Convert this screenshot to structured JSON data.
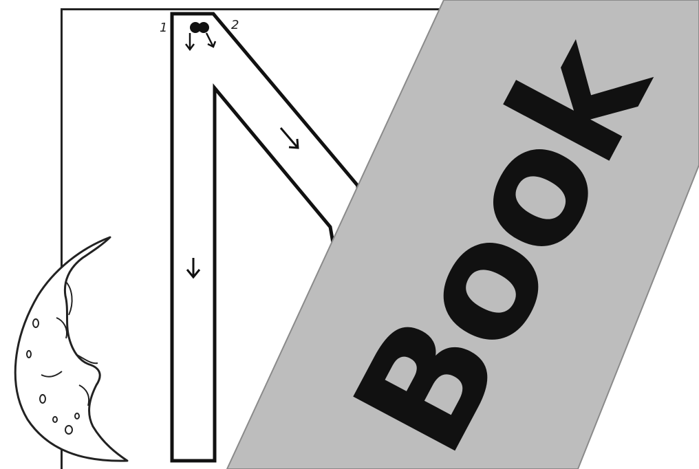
{
  "worksheet": {
    "stroke_labels": [
      "1",
      "2"
    ]
  },
  "banner": {
    "text": "Book",
    "fill_color": "#bdbdbd",
    "text_color": "#111111"
  }
}
